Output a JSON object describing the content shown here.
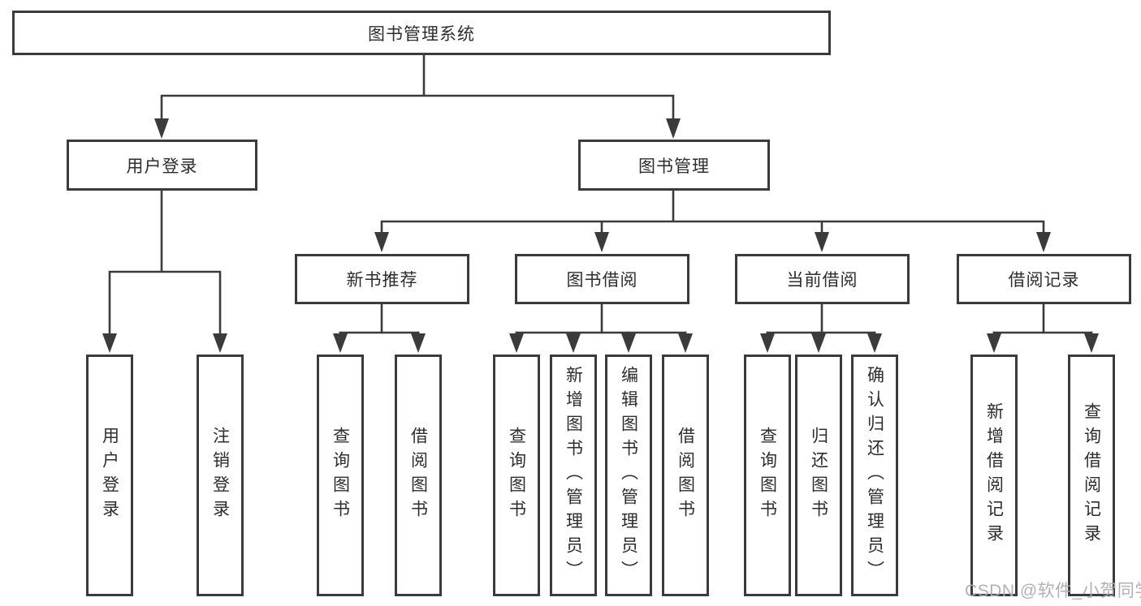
{
  "tree": {
    "root": "图书管理系统",
    "branches": [
      {
        "label": "用户登录",
        "leaves": [
          "用户登录",
          "注销登录"
        ]
      },
      {
        "label": "图书管理",
        "groups": [
          {
            "label": "新书推荐",
            "leaves": [
              "查询图书",
              "借阅图书"
            ]
          },
          {
            "label": "图书借阅",
            "leaves": [
              "查询图书",
              "新增图书（管理员）",
              "编辑图书（管理员）",
              "借阅图书"
            ]
          },
          {
            "label": "当前借阅",
            "leaves": [
              "查询图书",
              "归还图书",
              "确认归还（管理员）"
            ]
          },
          {
            "label": "借阅记录",
            "leaves": [
              "新增借阅记录",
              "查询借阅记录"
            ]
          }
        ]
      }
    ]
  },
  "watermark": {
    "text": "CSDN @软件_小贺同学"
  },
  "colors": {
    "line": "#3b3b3b",
    "text": "#2d2d2d",
    "watermark": "#acacb2",
    "background": "#ffffff"
  }
}
